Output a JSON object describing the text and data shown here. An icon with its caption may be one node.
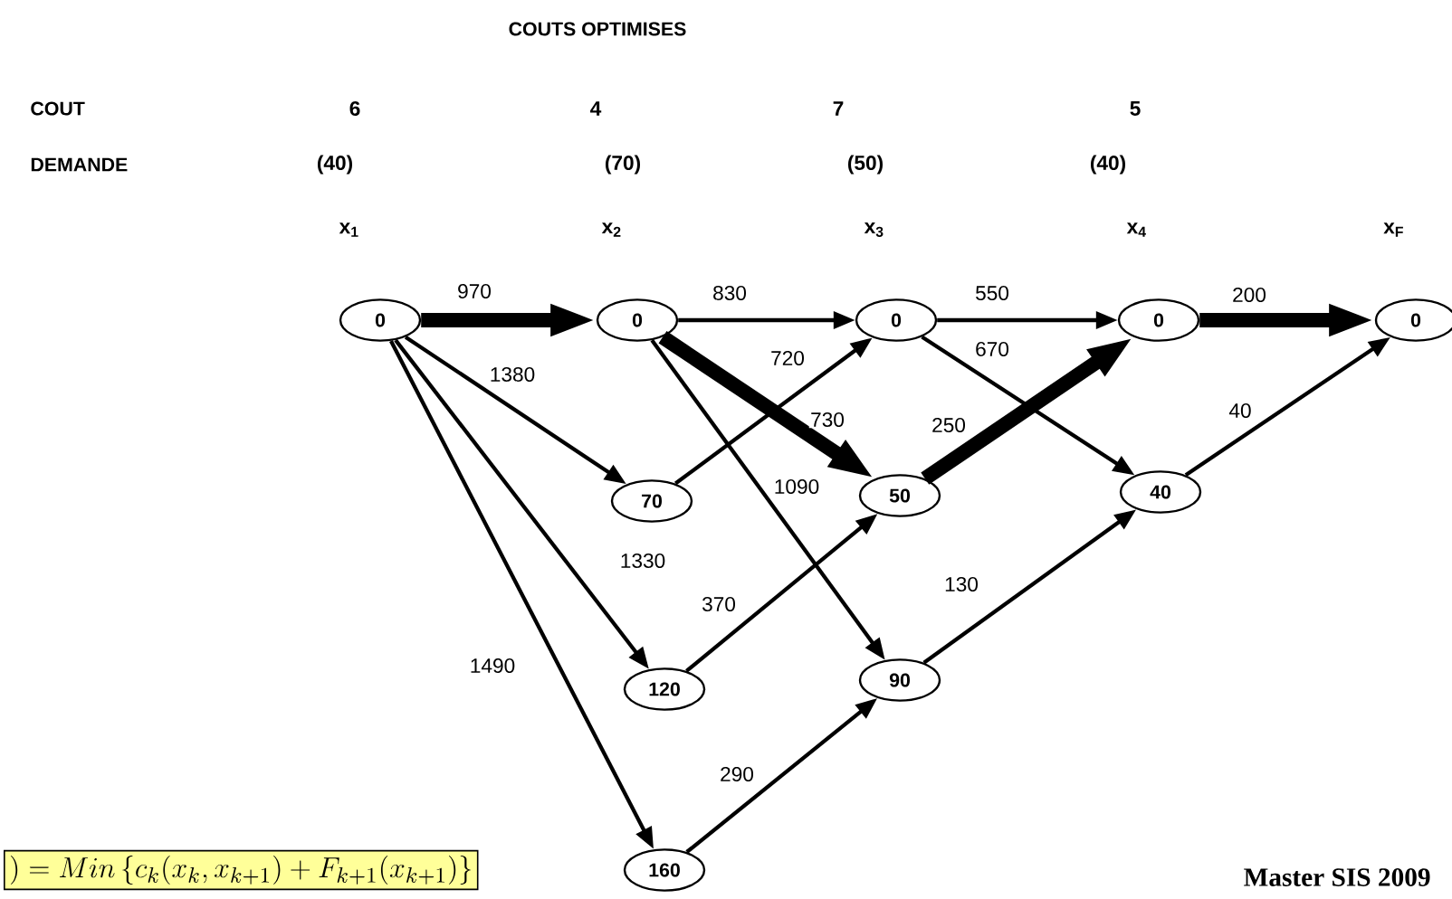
{
  "diagram": {
    "title": "COUTS OPTIMISES",
    "nodes": [
      {
        "text": [
          "0"
        ]
      },
      {
        "text": [
          "0"
        ]
      },
      {
        "text": [
          "0"
        ]
      },
      {
        "text": [
          "0"
        ]
      },
      {
        "text": [
          "0"
        ]
      },
      {
        "text": [
          "70"
        ]
      },
      {
        "text": [
          "50"
        ]
      },
      {
        "text": [
          "40"
        ]
      },
      {
        "text": [
          "120"
        ]
      },
      {
        "text": [
          "90"
        ]
      },
      {
        "text": [
          "160"
        ]
      }
    ],
    "edges": [
      {
        "from": 0,
        "to": 1,
        "arrow": "to",
        "label": "970",
        "style": "thick"
      },
      {
        "from": 0,
        "to": 5,
        "arrow": "to",
        "label": "1380"
      },
      {
        "from": 0,
        "to": 8,
        "arrow": "to",
        "label": "1330"
      },
      {
        "from": 0,
        "to": 10,
        "arrow": "to",
        "label": "1490"
      },
      {
        "from": 1,
        "to": 2,
        "arrow": "to",
        "label": "830"
      },
      {
        "from": 1,
        "to": 6,
        "arrow": "to",
        "label": "730",
        "style": "thick"
      },
      {
        "from": 1,
        "to": 9,
        "arrow": "to",
        "label": "1090"
      },
      {
        "from": 5,
        "to": 2,
        "arrow": "to",
        "label": "720"
      },
      {
        "from": 2,
        "to": 3,
        "arrow": "to",
        "label": "550"
      },
      {
        "from": 2,
        "to": 7,
        "arrow": "to",
        "label": "670"
      },
      {
        "from": 6,
        "to": 3,
        "arrow": "to",
        "label": "250",
        "style": "thick"
      },
      {
        "from": 3,
        "to": 4,
        "arrow": "to",
        "label": "200",
        "style": "thick"
      },
      {
        "from": 7,
        "to": 4,
        "arrow": "to",
        "label": "40"
      },
      {
        "from": 8,
        "to": 6,
        "arrow": "to",
        "label": "370"
      },
      {
        "from": 9,
        "to": 7,
        "arrow": "to",
        "label": "130"
      },
      {
        "from": 10,
        "to": 9,
        "arrow": "to",
        "label": "290"
      }
    ],
    "labels": [
      "COUT",
      "6",
      "4",
      "7",
      "5",
      "DEMANDE",
      "(40)",
      "(70)",
      "(50)",
      "(40)",
      "x$_{1}$",
      "x$_{2}$",
      "x$_{3}$",
      "x$_{4}$",
      "x$_{F}$",
      ") = Min\\left\\{c_k(x_k, x_{k+1}) + F_{k+1}(x_{k+1})\\right\\}",
      "Master SIS 2009"
    ]
  }
}
